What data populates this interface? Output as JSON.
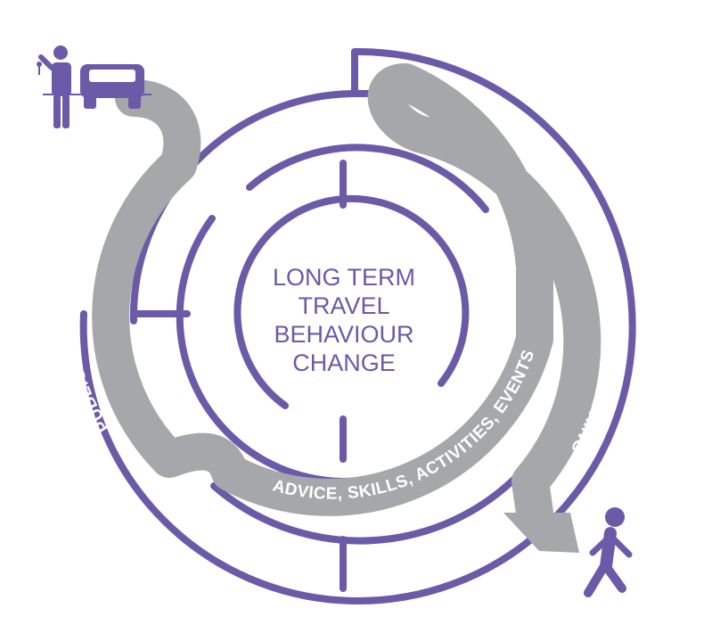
{
  "center": {
    "line1": "LONG TERM",
    "line2": "TRAVEL",
    "line3": "BEHAVIOUR",
    "line4": "CHANGE"
  },
  "routes": {
    "outer_left": "PUBLICITY AND INFORMATION",
    "outer_right": "INCENTIVES, INFRASTRUCTURE, MONITORING",
    "inner_bottom": "ADVICE, SKILLS, ACTIVITIES, EVENTS"
  },
  "icons": {
    "start": "driver-with-car-icon",
    "end": "walking-person-icon"
  },
  "colors": {
    "maze": "#6a5aa8",
    "route": "#a5a7aa",
    "label": "#ffffff"
  }
}
